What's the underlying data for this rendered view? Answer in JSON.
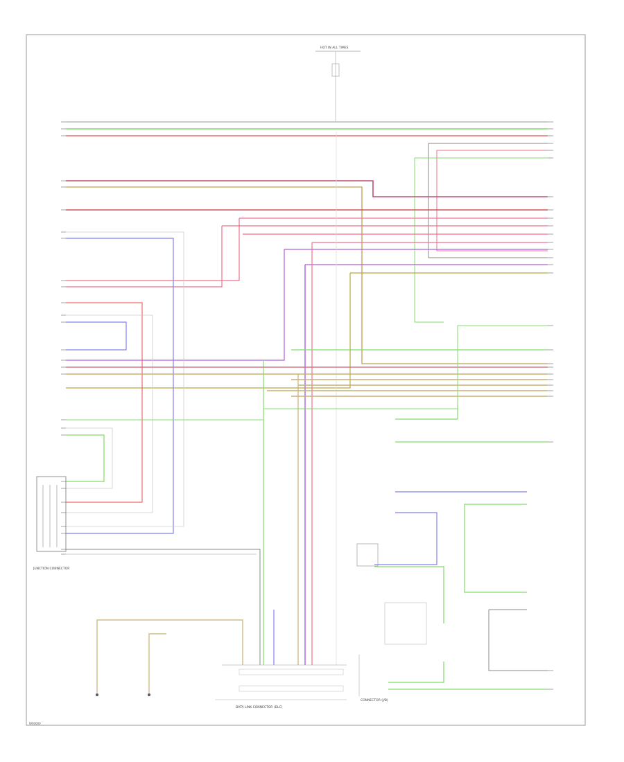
{
  "diagram": {
    "footer_code": "W00000",
    "top_fuse_label": "HOT IN ALL TIMES",
    "bottom_center_caption": "DATA LINK CONNECTOR (DLC)",
    "bottom_right_caption": "CONNECTOR (J/B)",
    "left_box_caption": "JUNCTION CONNECTOR",
    "colors": {
      "green": "#7fdc6a",
      "red": "#f06a6a",
      "pink": "#f0708a",
      "blue": "#8080ee",
      "purple": "#b060d8",
      "tan": "#c8b070",
      "gray": "#8a8a8a",
      "lightgray": "#cccccc",
      "olive": "#b7a640"
    }
  }
}
